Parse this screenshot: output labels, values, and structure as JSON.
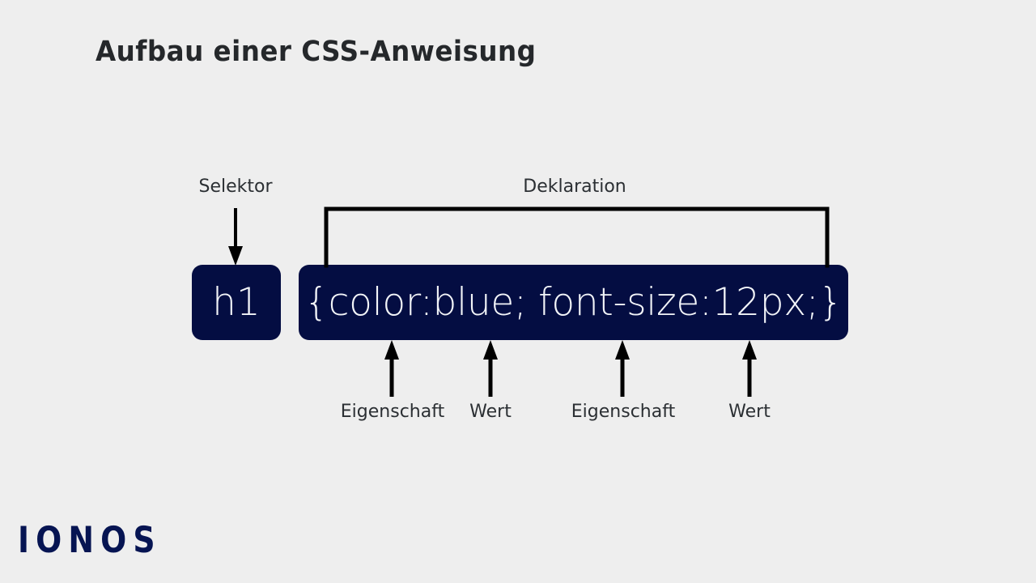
{
  "page": {
    "background_color": "#eeeeee",
    "title": "Aufbau einer CSS-Anweisung",
    "title_color": "#25282b"
  },
  "diagram": {
    "type": "annotated-code-diagram",
    "accent_color": "#040d42",
    "code_text_color": "#f2f4f8",
    "arrow_color": "#000000",
    "selector": {
      "label": "Selektor",
      "code": "h1"
    },
    "declaration": {
      "label": "Deklaration",
      "code": "{color:blue; font-size:12px;}"
    },
    "callouts": [
      {
        "label": "Eigenschaft",
        "target": "color"
      },
      {
        "label": "Wert",
        "target": "blue"
      },
      {
        "label": "Eigenschaft",
        "target": "font-size"
      },
      {
        "label": "Wert",
        "target": "12px"
      }
    ]
  },
  "brand": {
    "logo_text": "IONOS",
    "logo_color": "#061452"
  }
}
